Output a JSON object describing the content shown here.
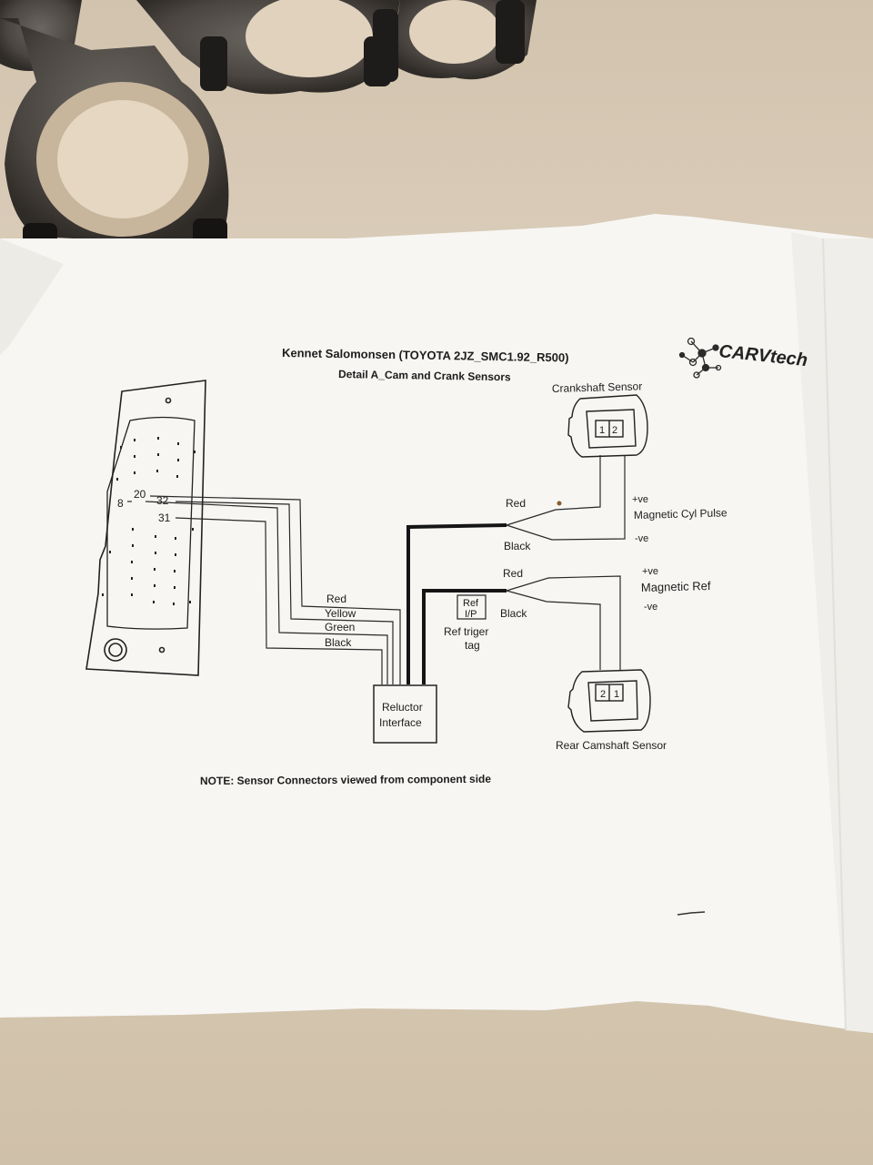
{
  "header": {
    "title_line1": "Kennet Salomonsen (TOYOTA 2JZ_SMC1.92_R500)",
    "title_line2": "Detail A_Cam and Crank Sensors"
  },
  "logo": {
    "text": "CARVtech"
  },
  "ecu": {
    "pin_8": "8",
    "pin_20": "20",
    "pin_32": "32",
    "pin_31": "31"
  },
  "wires": {
    "red": "Red",
    "yellow": "Yellow",
    "green": "Green",
    "black": "Black"
  },
  "reluctor": {
    "line1": "Reluctor",
    "line2": "Interface"
  },
  "ref_ip": {
    "line1": "Ref",
    "line2": "I/P"
  },
  "ref_tag": {
    "line1": "Ref triger",
    "line2": "tag"
  },
  "crank": {
    "title": "Crankshaft Sensor",
    "pin1": "1",
    "pin2": "2",
    "red": "Red",
    "black": "Black",
    "pos": "+ve",
    "signal": "Magnetic Cyl Pulse",
    "neg": "-ve"
  },
  "cam": {
    "title": "Rear Camshaft Sensor",
    "pin1": "2",
    "pin2": "1",
    "red": "Red",
    "black": "Black",
    "pos": "+ve",
    "signal": "Magnetic Ref",
    "neg": "-ve"
  },
  "note": "NOTE: Sensor Connectors viewed from component side"
}
